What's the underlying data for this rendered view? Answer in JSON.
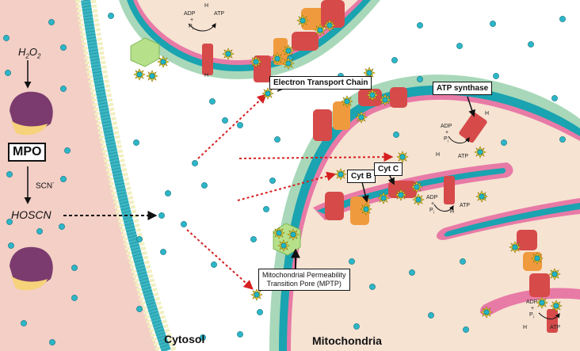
{
  "labels": {
    "h2o2": "H",
    "h2o2_sub1": "2",
    "h2o2_o": "O",
    "h2o2_sub2": "2",
    "mpo": "MPO",
    "scn": "SCN",
    "scn_sup": "-",
    "hoscn": "HOSCN",
    "etc": "Electron Transport Chain",
    "atp_synthase": "ATP synthase",
    "cyt_b": "Cyt B",
    "cyt_c": "Cyt C",
    "mptp_line1": "Mitochondrial Permeability",
    "mptp_line2": "Transition Pore (MPTP)",
    "cytosol": "Cytosol",
    "mitochondria": "Mitochondria",
    "adp": "ADP",
    "pi": "P",
    "pi_sub": "i",
    "atp": "ATP",
    "h_plus": "H",
    "plus": "+"
  },
  "colors": {
    "extracellular": "#f3cfc6",
    "membrane_head": "#f2efc0",
    "membrane_tail": "#3ab7c4",
    "outer_membrane": "#a8d8b9",
    "intermembrane_space": "#1aa3b0",
    "inner_membrane": "#e87aa6",
    "matrix": "#f6e3d2",
    "complex_red": "#d64a4a",
    "complex_orange": "#f09a3e",
    "mptp_green": "#b7e08b",
    "mpo_purple": "#7c3b6e",
    "mpo_yellow": "#f6d27a",
    "arrow_red": "#d62020",
    "dot_teal": "#2cb6c8"
  }
}
